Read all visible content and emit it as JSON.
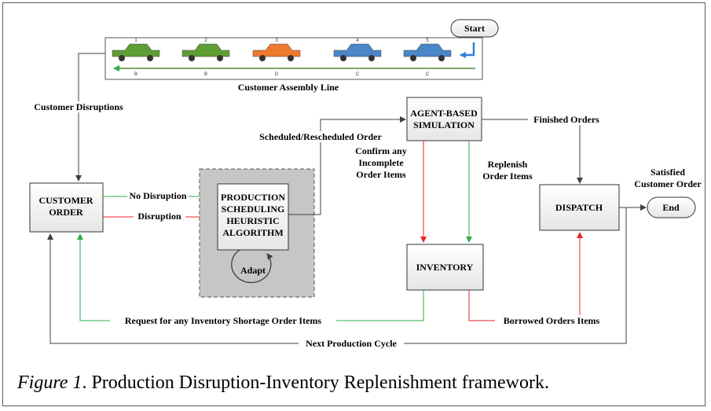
{
  "assembly": {
    "title": "Customer Assembly Line",
    "car_numbers": [
      "1",
      "2",
      "3",
      "4",
      "5"
    ],
    "car_types": [
      "B",
      "B",
      "D",
      "C",
      "C"
    ],
    "car_colors": [
      "#5e9e35",
      "#5e9e35",
      "#ee7a2e",
      "#4a86c8",
      "#4a86c8"
    ]
  },
  "nodes": {
    "start": "Start",
    "end": "End",
    "customer_order": [
      "CUSTOMER",
      "ORDER"
    ],
    "production": [
      "PRODUCTION",
      "SCHEDULING",
      "HEURISTIC",
      "ALGORITHM"
    ],
    "adapt": "Adapt",
    "abs": [
      "AGENT-BASED",
      "SIMULATION"
    ],
    "inventory": "INVENTORY",
    "dispatch": "DISPATCH"
  },
  "labels": {
    "customer_disruptions": "Customer Disruptions",
    "no_disruption": "No Disruption",
    "disruption": "Disruption",
    "scheduled": "Scheduled/Rescheduled Order",
    "confirm": [
      "Confirm any",
      "Incomplete",
      "Order Items"
    ],
    "replenish": [
      "Replenish",
      "Order Items"
    ],
    "finished": "Finished Orders",
    "satisfied": [
      "Satisfied",
      "Customer Order"
    ],
    "request": "Request for any Inventory Shortage Order Items",
    "borrowed": "Borrowed Orders Items",
    "next_cycle": "Next Production Cycle"
  },
  "caption": {
    "prefix": "Figure 1",
    "text": ". Production Disruption-Inventory Replenishment framework."
  },
  "colors": {
    "green_arrow": "#2fae4a",
    "red_arrow": "#e8232a",
    "dark_arrow": "#404040",
    "box_fill": "#f2f2f2",
    "scheduler_fill": "#c8c8c8"
  }
}
